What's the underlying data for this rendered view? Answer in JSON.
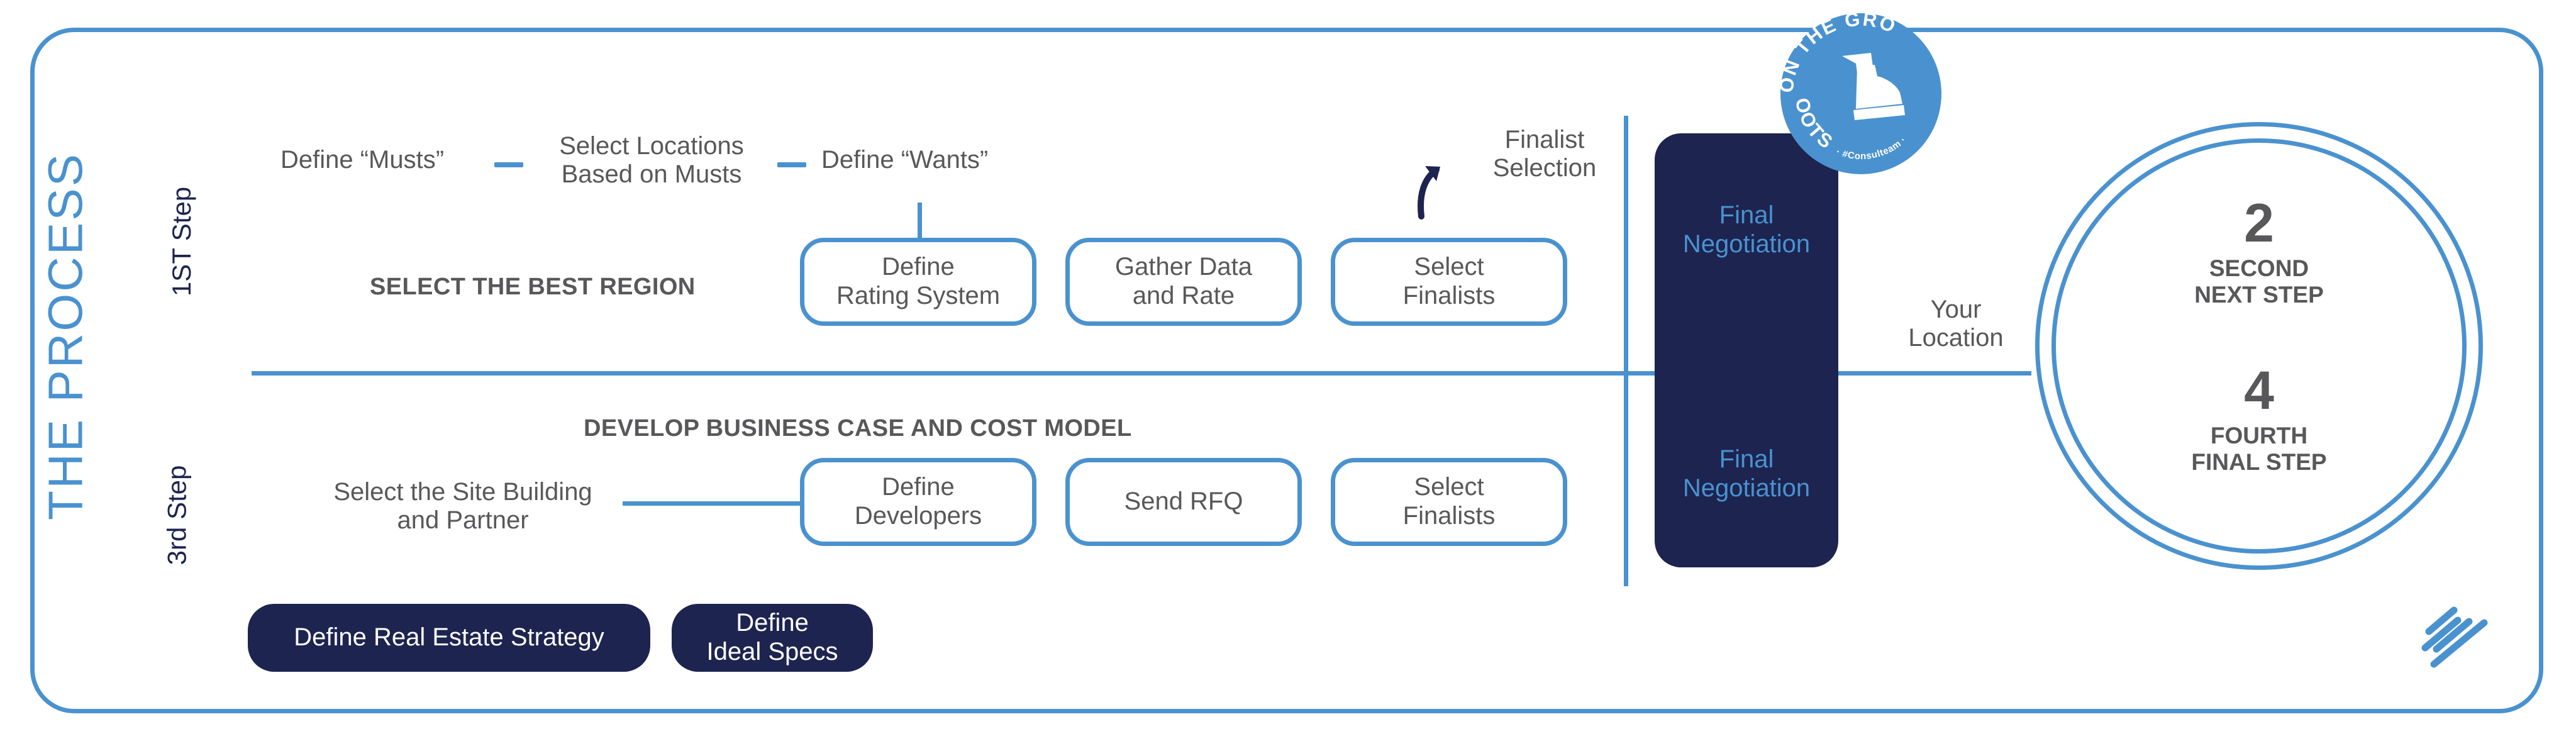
{
  "title": "THE PROCESS",
  "rows": {
    "top": {
      "step_label": "1ST Step",
      "section_heading": "SELECT THE BEST REGION",
      "chain": [
        {
          "label": "Define “Musts”"
        },
        {
          "label": "Select Locations\nBased on Musts"
        },
        {
          "label": "Define “Wants”"
        }
      ],
      "boxes": [
        {
          "label": "Define\nRating System"
        },
        {
          "label": "Gather Data\nand Rate"
        },
        {
          "label": "Select\nFinalists"
        }
      ],
      "callout": "Finalist\nSelection"
    },
    "bottom": {
      "step_label": "3rd Step",
      "section_heading": "DEVELOP BUSINESS CASE AND COST MODEL",
      "chain": [
        {
          "label": "Select the Site Building\nand Partner"
        }
      ],
      "boxes": [
        {
          "label": "Define\nDevelopers"
        },
        {
          "label": "Send RFQ"
        },
        {
          "label": "Select\nFinalists"
        }
      ]
    }
  },
  "negotiation": {
    "top_label": "Final\nNegotiation",
    "bottom_label": "Final\nNegotiation"
  },
  "your_location": "Your\nLocation",
  "circles": [
    {
      "number": "2",
      "caption": "SECOND\nNEXT STEP"
    },
    {
      "number": "4",
      "caption": "FOURTH\nFINAL STEP"
    }
  ],
  "footer_buttons": [
    {
      "label": "Define Real Estate Strategy"
    },
    {
      "label": "Define\nIdeal Specs"
    }
  ],
  "badge": {
    "arc_top": "ON THE GRO",
    "arc_bottom": "BOOTS",
    "tagline": "· #Consulteam ·",
    "icon": "boot-icon"
  },
  "colors": {
    "accent_blue": "#4a92cf",
    "navy": "#1d2450",
    "text_gray": "#58585a",
    "white": "#ffffff"
  }
}
